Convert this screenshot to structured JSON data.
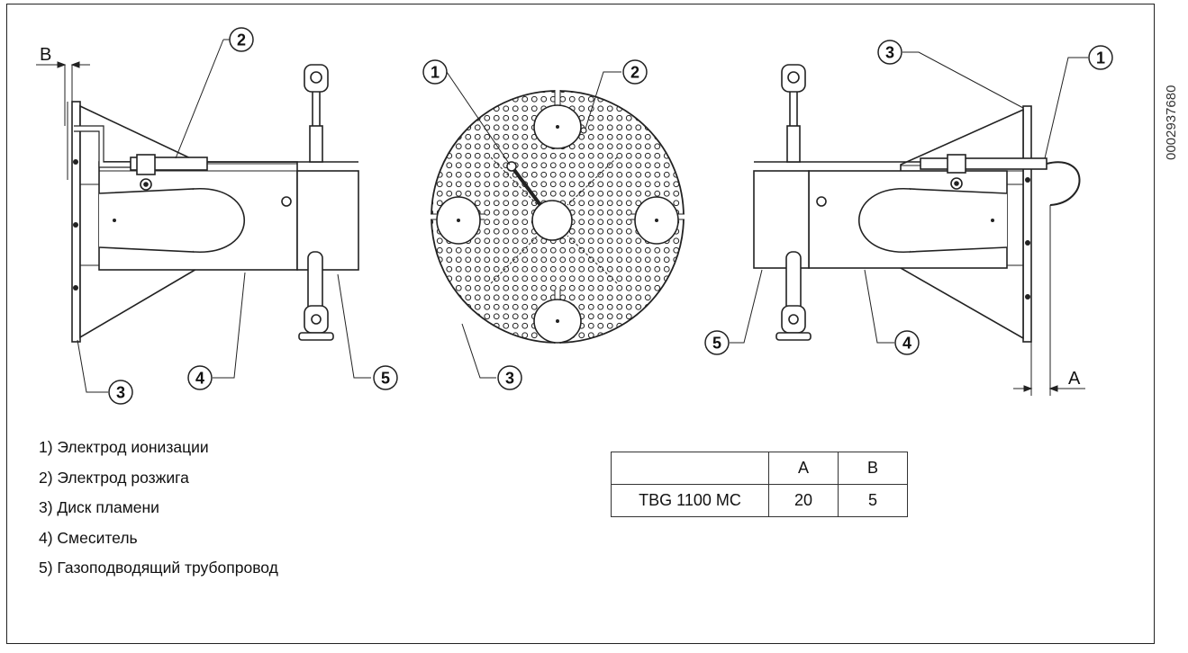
{
  "drawing_code": "0002937680",
  "dimension_labels": {
    "a": "A",
    "b": "B"
  },
  "callouts": {
    "left_view": [
      "2",
      "3",
      "4",
      "5"
    ],
    "center_view": [
      "1",
      "2",
      "3"
    ],
    "right_view": [
      "3",
      "1",
      "5",
      "4"
    ]
  },
  "legend": [
    "1) Электрод ионизации",
    "2) Электрод розжига",
    "3) Диск пламени",
    "4) Смеситель",
    "5) Газоподводящий трубопровод"
  ],
  "table": {
    "headers": [
      "",
      "A",
      "B"
    ],
    "rows": [
      [
        "TBG 1100 MC",
        "20",
        "5"
      ]
    ]
  }
}
